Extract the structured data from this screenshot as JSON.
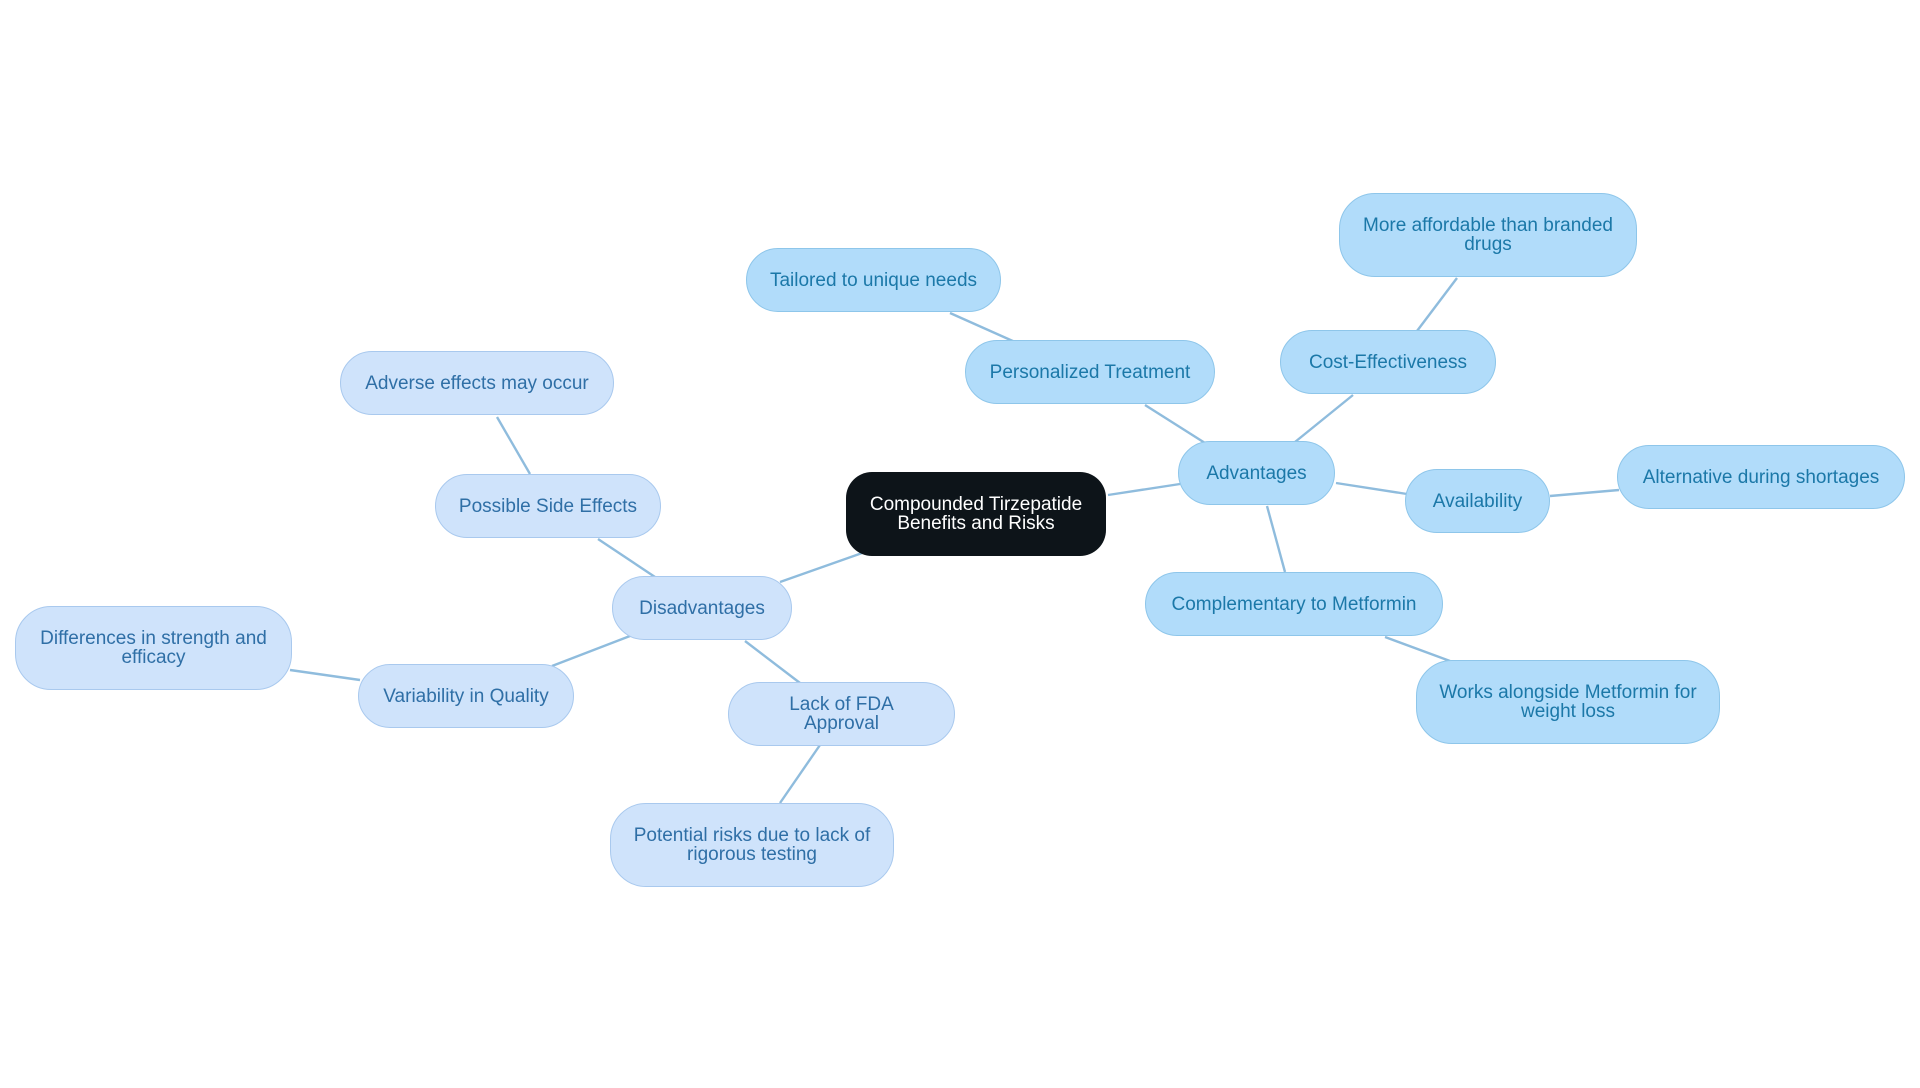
{
  "diagram": {
    "type": "mind-map",
    "colors": {
      "root_fill": "#0d1419",
      "advantages_fill": "#b1dcfa",
      "disadvantages_fill": "#cfe3fb",
      "edge": "#8fbcdd"
    },
    "root": {
      "label": "Compounded Tirzepatide Benefits and Risks"
    },
    "advantages": {
      "label": "Advantages",
      "children": [
        {
          "label": "Personalized Treatment",
          "detail": "Tailored to unique needs"
        },
        {
          "label": "Cost-Effectiveness",
          "detail": "More affordable than branded drugs"
        },
        {
          "label": "Availability",
          "detail": "Alternative during shortages"
        },
        {
          "label": "Complementary to Metformin",
          "detail": "Works alongside Metformin for weight loss"
        }
      ]
    },
    "disadvantages": {
      "label": "Disadvantages",
      "children": [
        {
          "label": "Possible Side Effects",
          "detail": "Adverse effects may occur"
        },
        {
          "label": "Variability in Quality",
          "detail": "Differences in strength and efficacy"
        },
        {
          "label": "Lack of FDA Approval",
          "detail": "Potential risks due to lack of rigorous testing"
        }
      ]
    }
  }
}
